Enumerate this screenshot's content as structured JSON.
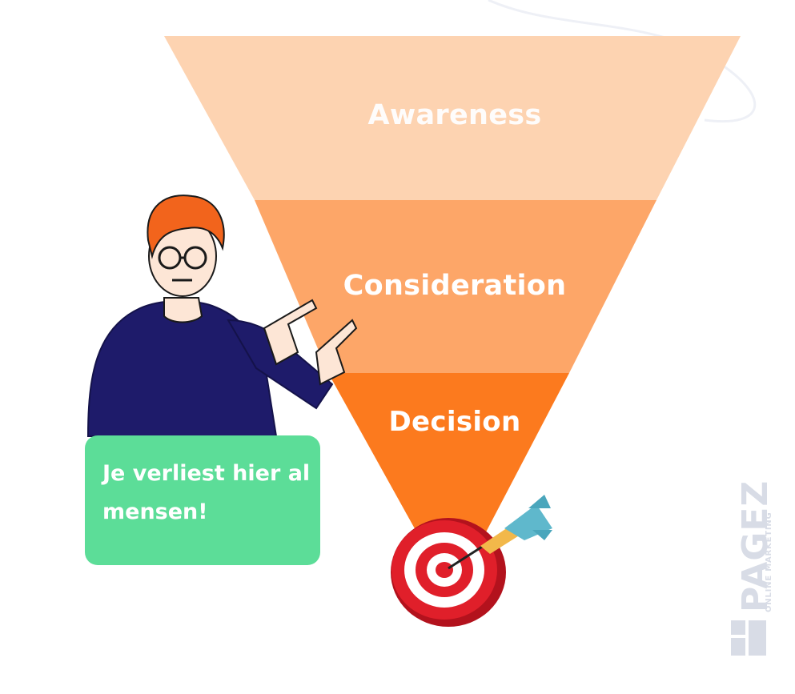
{
  "funnel": {
    "stages": [
      {
        "label": "Awareness",
        "color": "#fdd3b1"
      },
      {
        "label": "Consideration",
        "color": "#fda668"
      },
      {
        "label": "Decision",
        "color": "#fc7a1e"
      }
    ]
  },
  "speech_bubble": {
    "text": "Je verliest hier al mensen!",
    "color": "#5cdd98"
  },
  "logo": {
    "name": "PAGEZ",
    "tagline": "ONLINE MARKETING"
  },
  "icons": [
    "pointing-person-illustration",
    "dartboard-target-icon",
    "dart-icon"
  ]
}
